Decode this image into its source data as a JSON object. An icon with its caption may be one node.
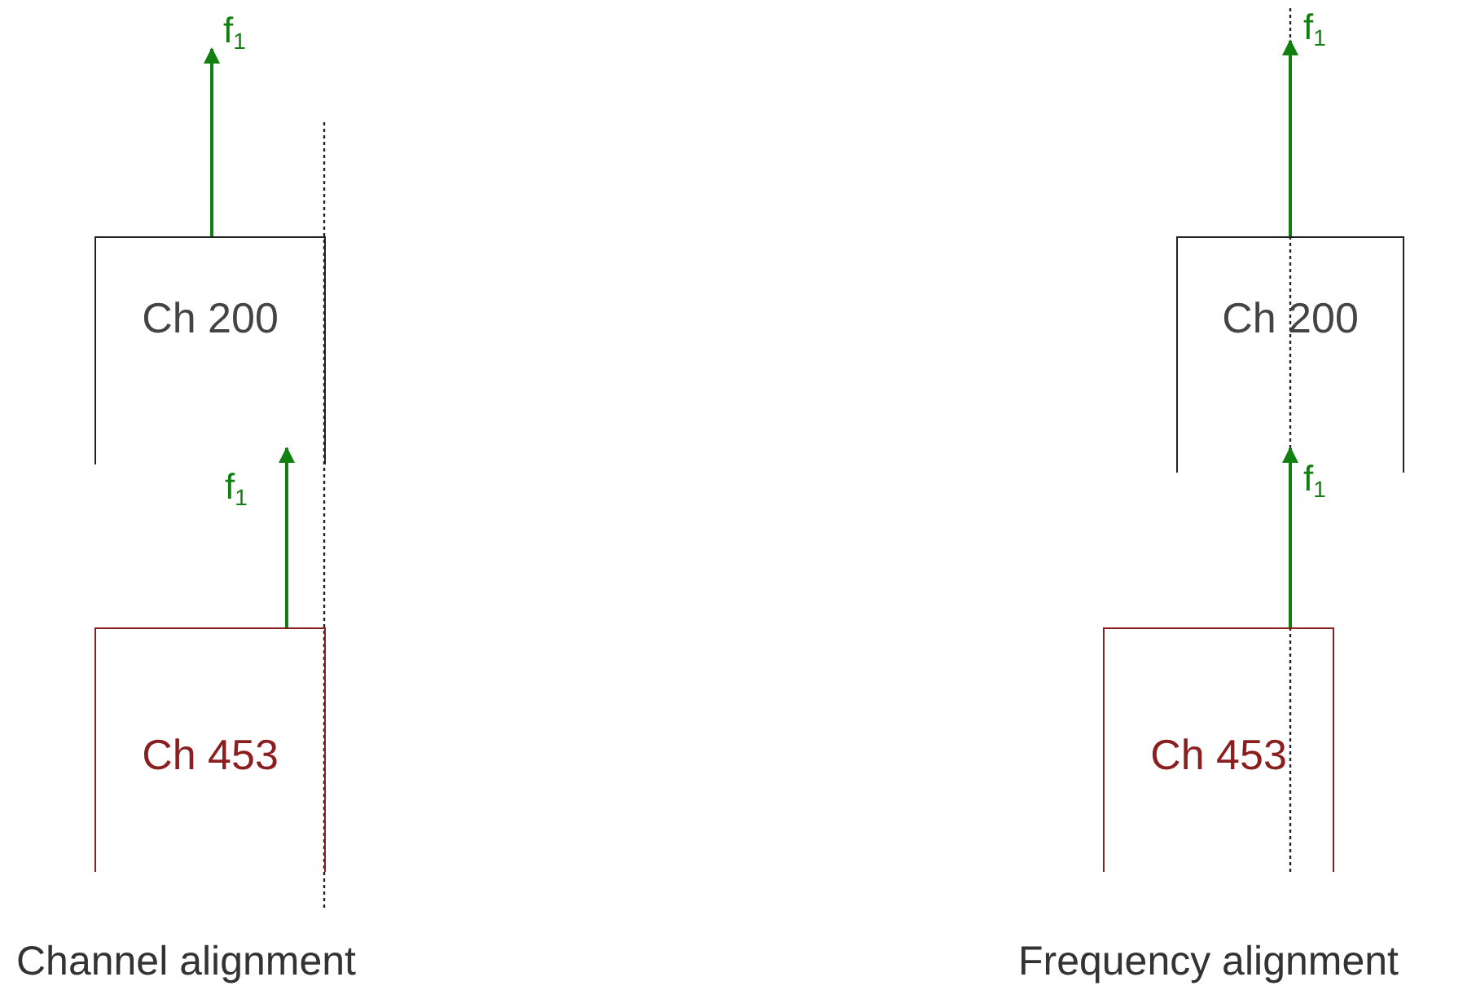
{
  "diagram": {
    "nodes": [
      {
        "text": [
          "Ch 200"
        ]
      },
      {
        "text": [
          "Ch 453"
        ]
      },
      {
        "text": [
          "Ch 200"
        ]
      },
      {
        "text": [
          "Ch 453"
        ]
      }
    ],
    "edges": [
      {
        "from": 0,
        "to": null,
        "arrow": "to",
        "label": "f$_{1}$"
      },
      {
        "from": 1,
        "to": 0,
        "arrow": "to",
        "label": "f$_{1}$"
      },
      {
        "from": 2,
        "to": null,
        "arrow": "to",
        "label": "f$_{1}$"
      },
      {
        "from": 3,
        "to": 2,
        "arrow": "to",
        "label": "f$_{1}$"
      }
    ],
    "labels": [
      "Channel alignment",
      "Frequency alignment"
    ]
  }
}
